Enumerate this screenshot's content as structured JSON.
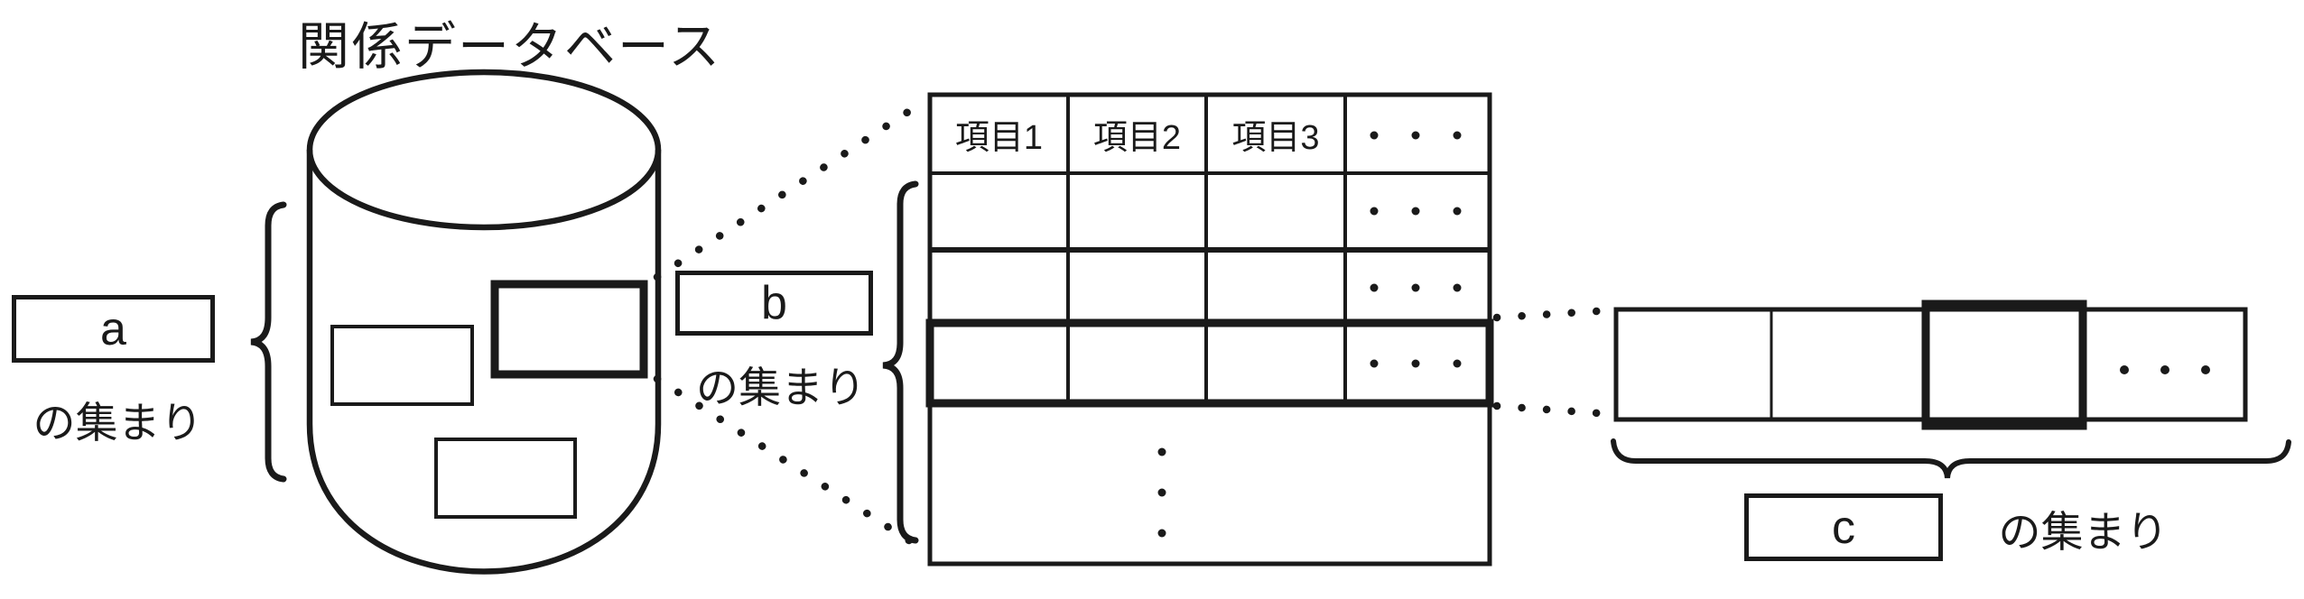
{
  "title": "関係データベース",
  "collections": {
    "a": {
      "box_label": "a",
      "caption": "の集まり"
    },
    "b": {
      "box_label": "b",
      "caption": "の集まり"
    },
    "c": {
      "box_label": "c",
      "caption": "の集まり"
    }
  },
  "table": {
    "headers": [
      "項目1",
      "項目2",
      "項目3",
      "・・・"
    ],
    "row_continuation": "・・・",
    "more_rows": "⋮"
  },
  "record_strip": {
    "continuation": "・・・"
  },
  "colors": {
    "ink": "#1a1a1a",
    "background": "#ffffff"
  }
}
